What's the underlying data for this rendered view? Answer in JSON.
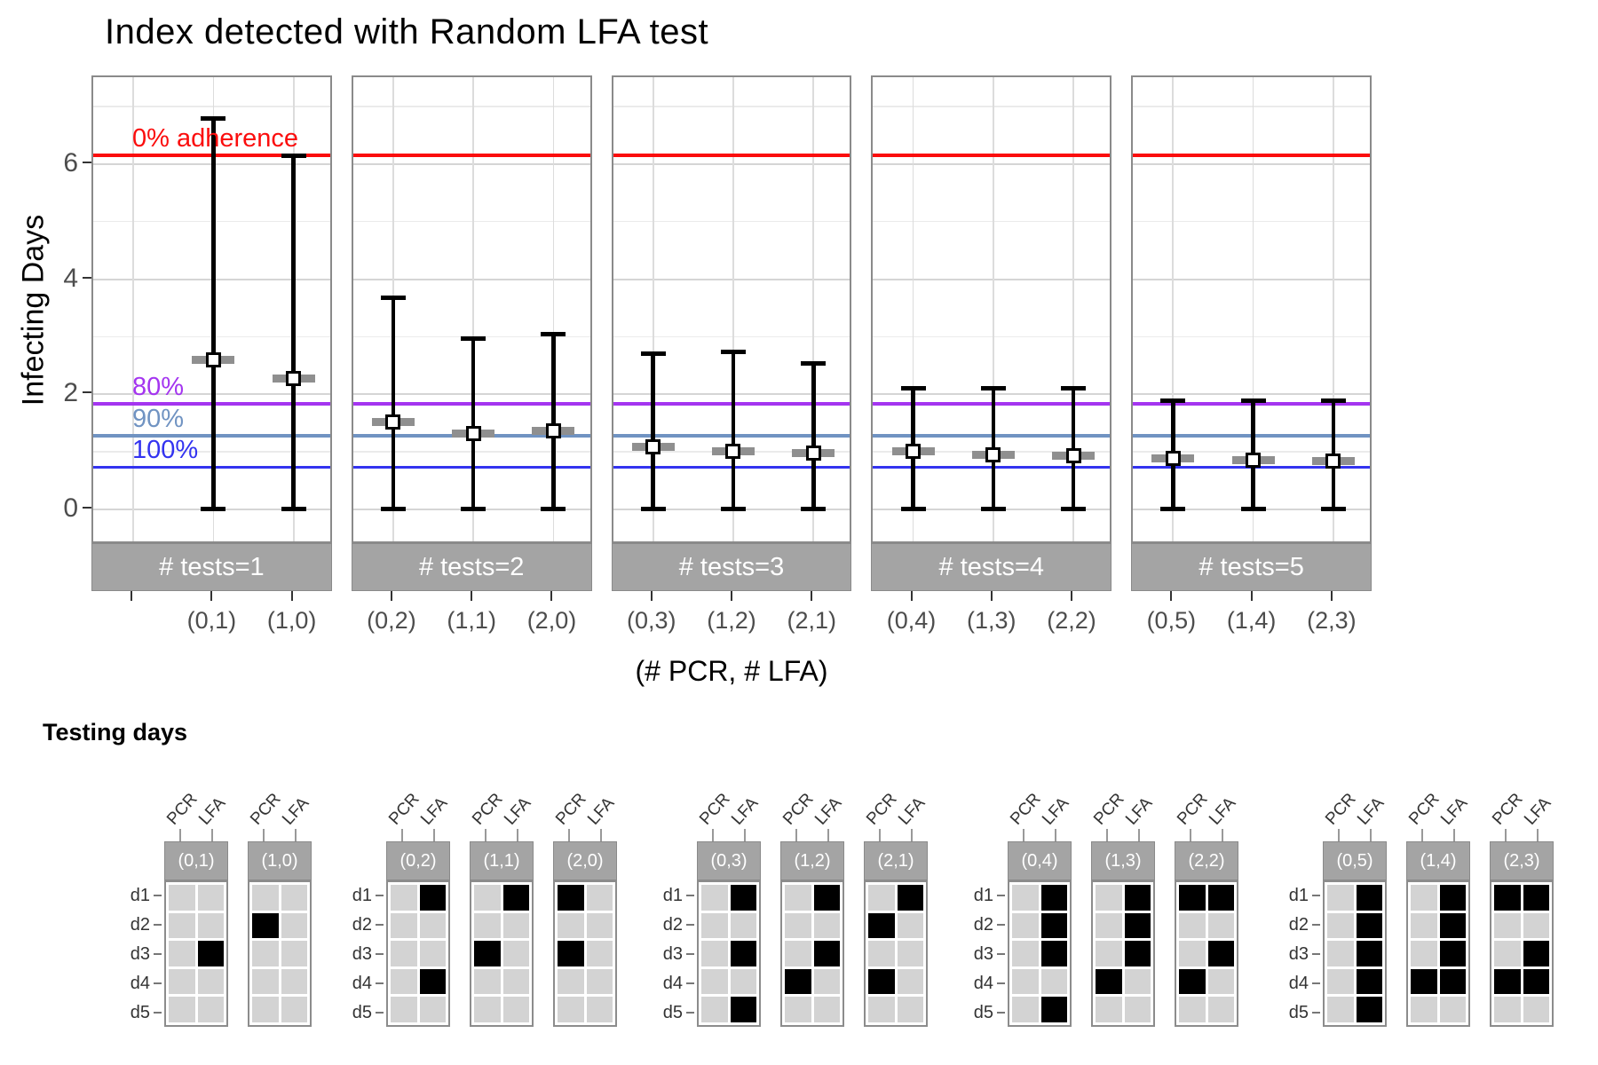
{
  "chart_data": {
    "type": "errorbar",
    "title": "Index detected with Random LFA test",
    "ylabel": "Infecting Days",
    "xlabel": "(# PCR, # LFA)",
    "ylim": [
      -0.62,
      7.51
    ],
    "yticks": [
      0,
      2,
      4,
      6
    ],
    "ytick_labels": [
      "0",
      "2",
      "4",
      "6"
    ],
    "grid_major": [
      0,
      2,
      4,
      6
    ],
    "grid_minor": [
      1,
      3,
      5,
      7
    ],
    "legend_position": "none",
    "reference_lines": [
      {
        "label": "0% adherence",
        "value": 6.15,
        "color": "#fb0d0d"
      },
      {
        "label": "80%",
        "value": 1.83,
        "color": "#a435f0"
      },
      {
        "label": "90%",
        "value": 1.28,
        "color": "#7093c2"
      },
      {
        "label": "100%",
        "value": 0.73,
        "color": "#3333f0"
      }
    ],
    "facets": [
      {
        "label": "# tests=1",
        "slots": [
          "",
          "(0,1)",
          "(1,0)"
        ],
        "points": [
          null,
          {
            "x": "(0,1)",
            "median": 2.6,
            "lower": 0,
            "upper": 6.8
          },
          {
            "x": "(1,0)",
            "median": 2.27,
            "lower": 0,
            "upper": 6.15
          }
        ]
      },
      {
        "label": "# tests=2",
        "slots": [
          "(0,2)",
          "(1,1)",
          "(2,0)"
        ],
        "points": [
          {
            "x": "(0,2)",
            "median": 1.52,
            "lower": 0,
            "upper": 3.68
          },
          {
            "x": "(1,1)",
            "median": 1.32,
            "lower": 0,
            "upper": 2.97
          },
          {
            "x": "(2,0)",
            "median": 1.37,
            "lower": 0,
            "upper": 3.04
          }
        ]
      },
      {
        "label": "# tests=3",
        "slots": [
          "(0,3)",
          "(1,2)",
          "(2,1)"
        ],
        "points": [
          {
            "x": "(0,3)",
            "median": 1.08,
            "lower": 0,
            "upper": 2.71
          },
          {
            "x": "(1,2)",
            "median": 1.0,
            "lower": 0,
            "upper": 2.73
          },
          {
            "x": "(2,1)",
            "median": 0.97,
            "lower": 0,
            "upper": 2.54
          }
        ]
      },
      {
        "label": "# tests=4",
        "slots": [
          "(0,4)",
          "(1,3)",
          "(2,2)"
        ],
        "points": [
          {
            "x": "(0,4)",
            "median": 1.0,
            "lower": 0,
            "upper": 2.1
          },
          {
            "x": "(1,3)",
            "median": 0.95,
            "lower": 0,
            "upper": 2.1
          },
          {
            "x": "(2,2)",
            "median": 0.93,
            "lower": 0,
            "upper": 2.1
          }
        ]
      },
      {
        "label": "# tests=5",
        "slots": [
          "(0,5)",
          "(1,4)",
          "(2,3)"
        ],
        "points": [
          {
            "x": "(0,5)",
            "median": 0.88,
            "lower": 0,
            "upper": 1.88
          },
          {
            "x": "(1,4)",
            "median": 0.85,
            "lower": 0,
            "upper": 1.88
          },
          {
            "x": "(2,3)",
            "median": 0.84,
            "lower": 0,
            "upper": 1.88
          }
        ]
      }
    ],
    "style": {
      "bar_color": "#000000",
      "band_color": "#8f8f8f",
      "marker": "open-square-white",
      "strip_bg": "#a4a4a4",
      "strip_text": "#ffffff"
    }
  },
  "testing_days": {
    "title": "Testing days",
    "col_labels": [
      "PCR",
      "LFA"
    ],
    "row_labels": [
      "d1",
      "d2",
      "d3",
      "d4",
      "d5"
    ],
    "cell_on_color": "#000000",
    "cell_off_color": "#d3d3d3",
    "groups": [
      [
        {
          "label": "(0,1)",
          "pcr": [],
          "lfa": [
            3
          ]
        },
        {
          "label": "(1,0)",
          "pcr": [
            2
          ],
          "lfa": []
        }
      ],
      [
        {
          "label": "(0,2)",
          "pcr": [],
          "lfa": [
            1,
            4
          ]
        },
        {
          "label": "(1,1)",
          "pcr": [
            3
          ],
          "lfa": [
            1
          ]
        },
        {
          "label": "(2,0)",
          "pcr": [
            1,
            3
          ],
          "lfa": []
        }
      ],
      [
        {
          "label": "(0,3)",
          "pcr": [],
          "lfa": [
            1,
            3,
            5
          ]
        },
        {
          "label": "(1,2)",
          "pcr": [
            4
          ],
          "lfa": [
            1,
            3
          ]
        },
        {
          "label": "(2,1)",
          "pcr": [
            2,
            4
          ],
          "lfa": [
            1
          ]
        }
      ],
      [
        {
          "label": "(0,4)",
          "pcr": [],
          "lfa": [
            1,
            2,
            3,
            5
          ]
        },
        {
          "label": "(1,3)",
          "pcr": [
            4
          ],
          "lfa": [
            1,
            2,
            3
          ]
        },
        {
          "label": "(2,2)",
          "pcr": [
            1,
            4
          ],
          "lfa": [
            1,
            3
          ]
        }
      ],
      [
        {
          "label": "(0,5)",
          "pcr": [],
          "lfa": [
            1,
            2,
            3,
            4,
            5
          ]
        },
        {
          "label": "(1,4)",
          "pcr": [
            4
          ],
          "lfa": [
            1,
            2,
            3,
            4
          ]
        },
        {
          "label": "(2,3)",
          "pcr": [
            1,
            4
          ],
          "lfa": [
            1,
            3,
            4
          ]
        }
      ]
    ]
  }
}
